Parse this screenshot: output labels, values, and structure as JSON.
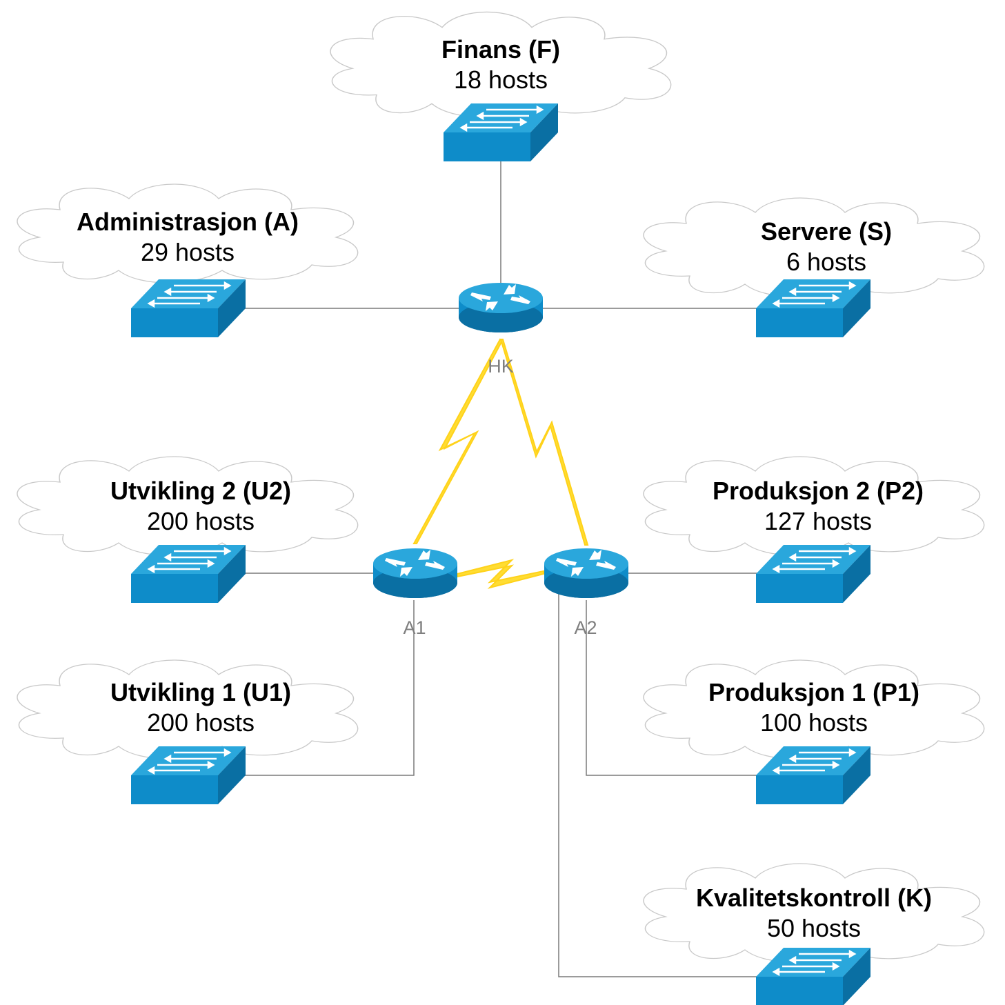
{
  "colors": {
    "device_blue": "#0e8cc9",
    "device_dark": "#0a6fa3",
    "device_top": "#2aa7dc",
    "cloud_fill": "#ffffff",
    "cloud_stroke": "#c9c9c9",
    "link_line": "#7a7a7a",
    "serial_link": "#ffdd33"
  },
  "routers": [
    {
      "id": "HK",
      "label": "HK",
      "icon": "router-icon"
    },
    {
      "id": "A1",
      "label": "A1",
      "icon": "router-icon"
    },
    {
      "id": "A2",
      "label": "A2",
      "icon": "router-icon"
    }
  ],
  "networks": [
    {
      "id": "F",
      "name": "Finans (F)",
      "hosts": "18 hosts",
      "router": "HK",
      "icon": "switch-icon"
    },
    {
      "id": "A",
      "name": "Administrasjon (A)",
      "hosts": "29 hosts",
      "router": "HK",
      "icon": "switch-icon"
    },
    {
      "id": "S",
      "name": "Servere (S)",
      "hosts": "6 hosts",
      "router": "HK",
      "icon": "switch-icon"
    },
    {
      "id": "U2",
      "name": "Utvikling 2 (U2)",
      "hosts": "200 hosts",
      "router": "A1",
      "icon": "switch-icon"
    },
    {
      "id": "U1",
      "name": "Utvikling 1 (U1)",
      "hosts": "200 hosts",
      "router": "A1",
      "icon": "switch-icon"
    },
    {
      "id": "P2",
      "name": "Produksjon 2 (P2)",
      "hosts": "127 hosts",
      "router": "A2",
      "icon": "switch-icon"
    },
    {
      "id": "P1",
      "name": "Produksjon 1 (P1)",
      "hosts": "100 hosts",
      "router": "A2",
      "icon": "switch-icon"
    },
    {
      "id": "K",
      "name": "Kvalitetskontroll (K)",
      "hosts": "50 hosts",
      "router": "A2",
      "icon": "switch-icon"
    }
  ],
  "serial_links": [
    {
      "from": "HK",
      "to": "A1"
    },
    {
      "from": "HK",
      "to": "A2"
    },
    {
      "from": "A1",
      "to": "A2"
    }
  ]
}
